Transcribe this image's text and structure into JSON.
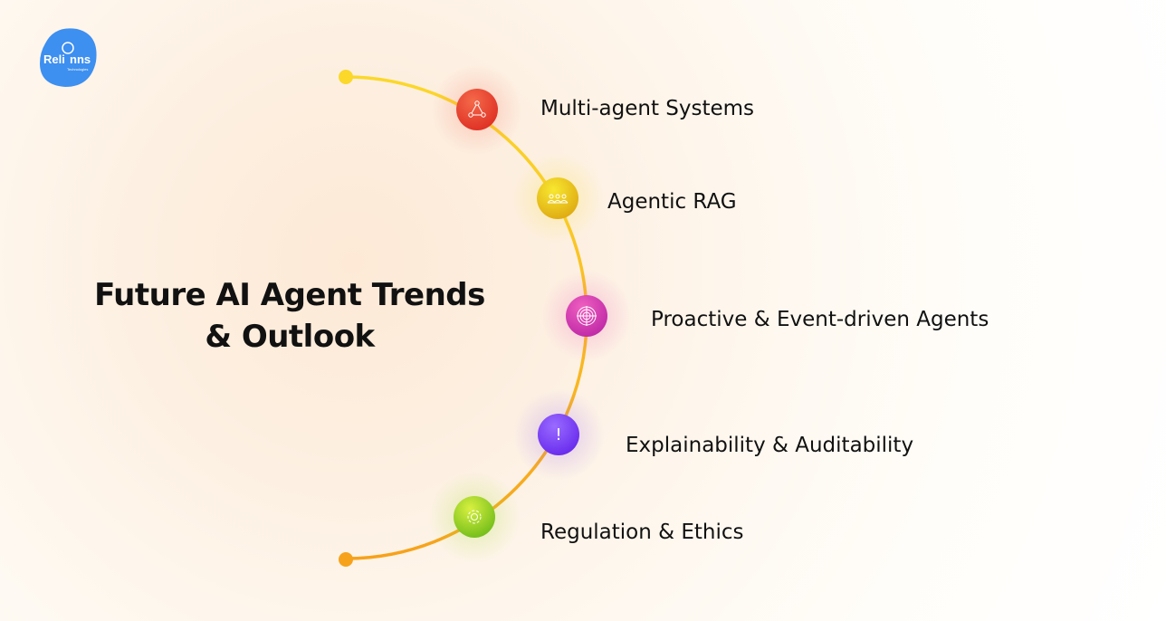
{
  "logo": {
    "text": "Relinns",
    "subtext": "Technologies",
    "color": "#3d8ff0"
  },
  "title": {
    "line1": "Future AI Agent Trends",
    "line2": "& Outlook"
  },
  "items": [
    {
      "label": "Multi-agent Systems",
      "icon": "network-triangle-icon",
      "color": "#e8361f"
    },
    {
      "label": "Agentic RAG",
      "icon": "people-group-icon",
      "color": "#f0c20f"
    },
    {
      "label": "Proactive & Event-driven Agents",
      "icon": "target-icon",
      "color": "#d92aa6"
    },
    {
      "label": "Explainability & Auditability",
      "icon": "exclamation-icon",
      "color": "#7a3cf2"
    },
    {
      "label": "Regulation & Ethics",
      "icon": "gear-icon",
      "color": "#8fd11a"
    }
  ]
}
